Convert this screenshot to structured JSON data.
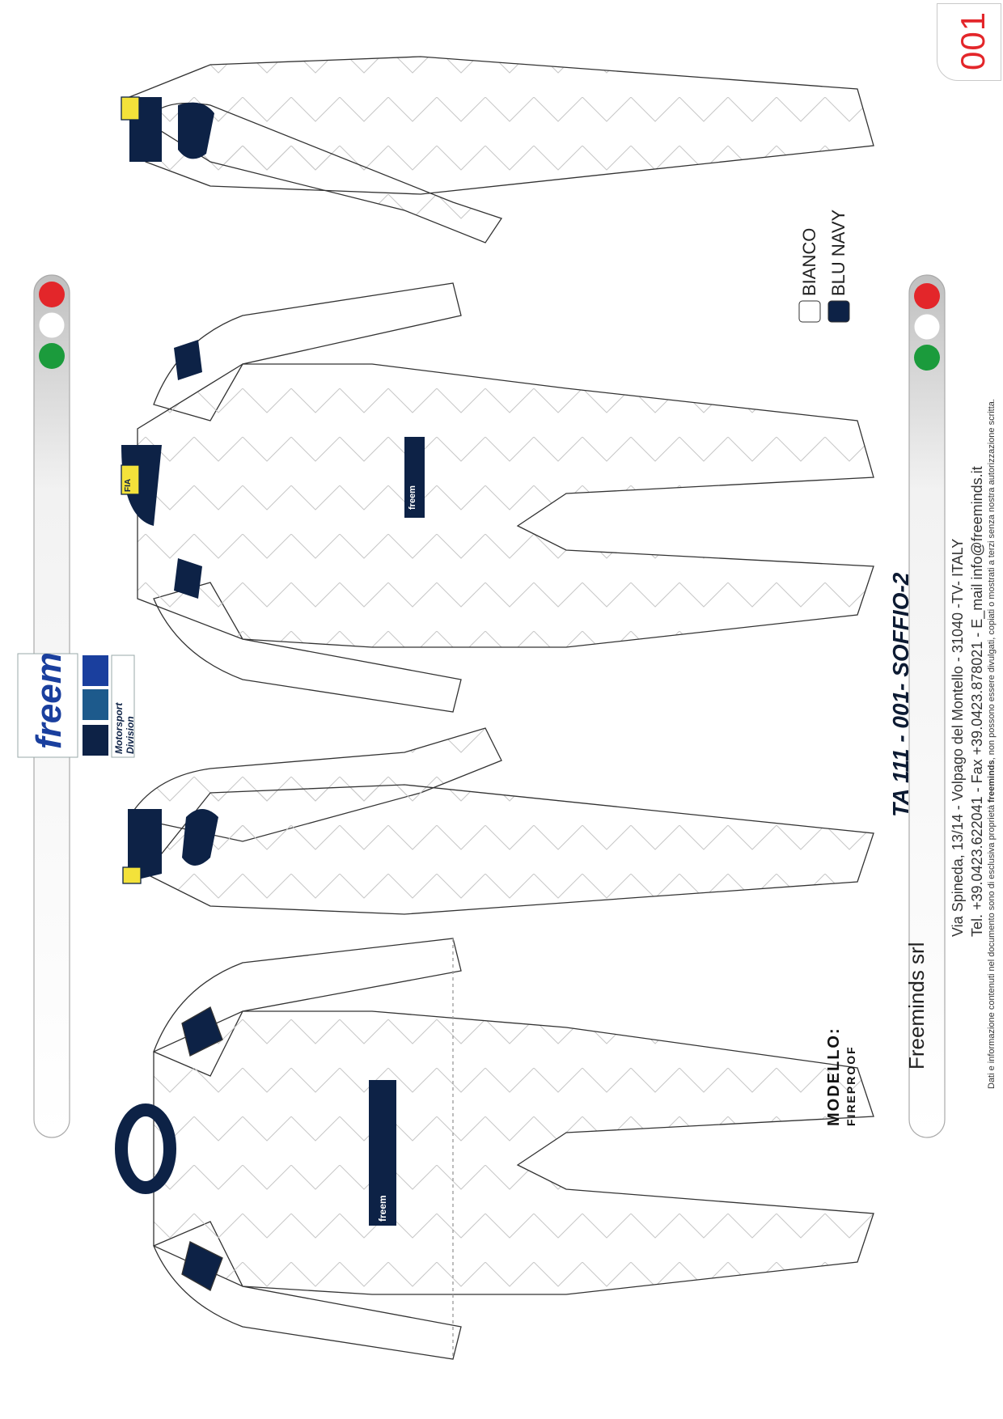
{
  "page": {
    "number": "001",
    "title": "TA 111 - 001- SOFFIO-2",
    "model_label": "MODELLO:",
    "model_value": "FIREPROOF"
  },
  "company": {
    "name": "Freeminds srl",
    "address": "Via  Spineda,  13/14  -  Volpago  del  Montello  -  31040  -TV-  ITALY",
    "contacts": "Tel. +39.0423.622041 - Fax +39.0423.878021 - E_mail  info@freeminds.it",
    "disclaimer_a": "Dati e informazione contenuti nel documento sono di esclusiva proprietà ",
    "disclaimer_brand": "freeminds",
    "disclaimer_b": ", non possono essere divulgati, copiati o mostrati a terzi senza nostra autorizzazione scritta."
  },
  "logo": {
    "brand": "freem",
    "sub": "Motorsport",
    "sub2": "Division"
  },
  "colors": {
    "navy": "#0d2246",
    "blue1": "#1a3f9e",
    "blue2": "#1d5a8c",
    "red": "#e3262a",
    "green": "#1b9b3c"
  },
  "legend": [
    {
      "label": "BIANCO",
      "color": "#ffffff"
    },
    {
      "label": "BLU NAVY",
      "color": "#0d2246"
    }
  ],
  "badges": {
    "fia": "FIA",
    "suit_logo": "freem"
  },
  "views": [
    {
      "name": "front-view"
    },
    {
      "name": "left-side-view"
    },
    {
      "name": "back-view"
    },
    {
      "name": "right-side-view"
    }
  ]
}
